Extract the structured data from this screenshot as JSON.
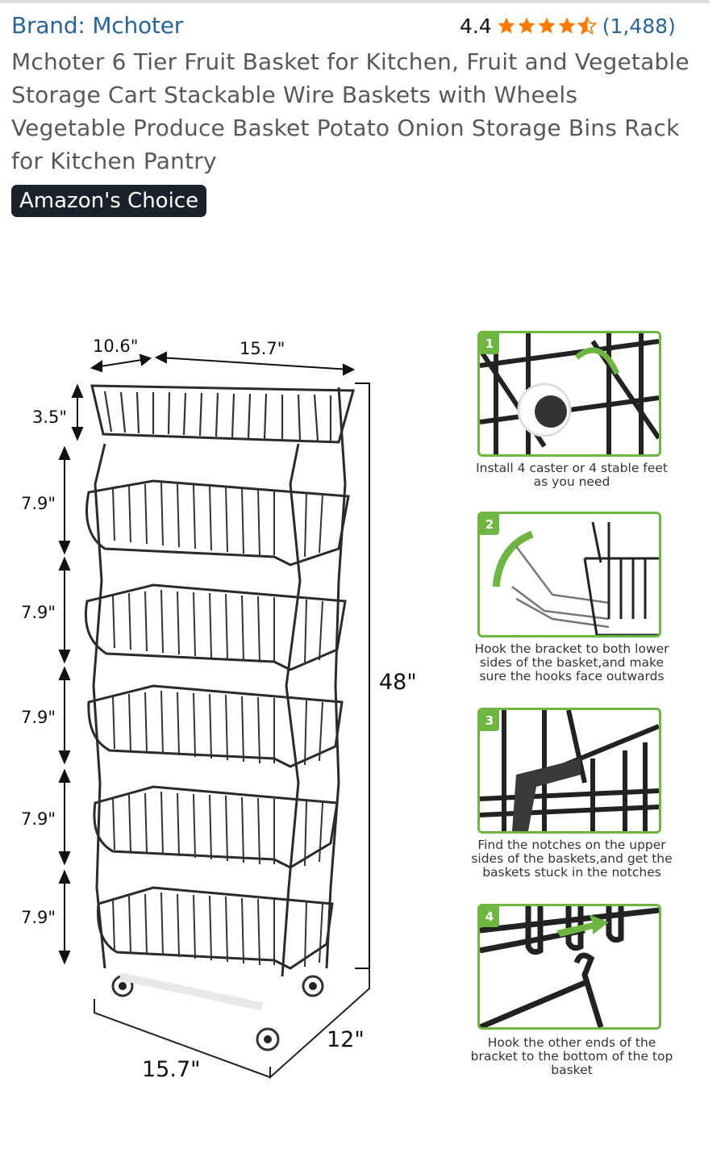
{
  "product": {
    "brand_label": "Brand: Mchoter",
    "rating_value": "4.4",
    "rating_stars": 4.4,
    "rating_count": "(1,488)",
    "title": "Mchoter 6 Tier Fruit Basket for Kitchen, Fruit and Vegetable Storage Cart Stackable Wire Baskets with Wheels Vegetable Produce Basket Potato Onion Storage Bins Rack for Kitchen Pantry",
    "badge": "Amazon's Choice"
  },
  "colors": {
    "brand_link": "#2a6496",
    "star": "#ff7a00",
    "badge_bg": "#1b222b",
    "step_green": "#6fb542"
  },
  "image": {
    "dimensions": {
      "top_depth": "10.6\"",
      "top_width": "15.7\"",
      "top_basket_height": "3.5\"",
      "tier_spacings": [
        "7.9\"",
        "7.9\"",
        "7.9\"",
        "7.9\"",
        "7.9\""
      ],
      "total_height": "48\"",
      "base_width": "15.7\"",
      "base_depth": "12\""
    },
    "steps": [
      {
        "num": "1",
        "caption": "Install 4 caster or 4 stable feet as you need"
      },
      {
        "num": "2",
        "caption": "Hook the bracket to both lower sides of the basket,and make sure the hooks face outwards"
      },
      {
        "num": "3",
        "caption": "Find the notches on the upper sides of the baskets,and get the baskets stuck in the notches"
      },
      {
        "num": "4",
        "caption": "Hook the other ends of the bracket to the bottom of the top basket"
      }
    ]
  }
}
